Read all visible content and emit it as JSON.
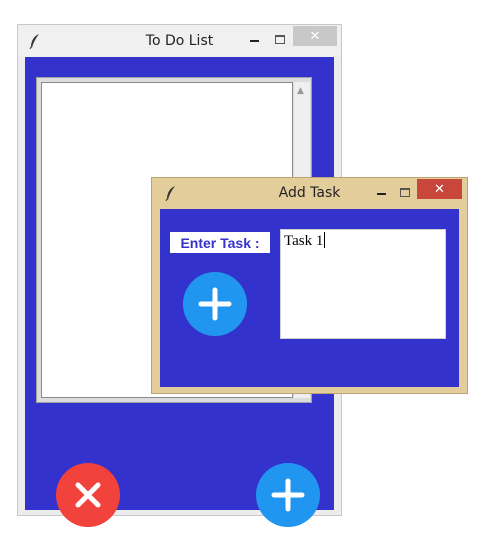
{
  "main_window": {
    "title": "To Do List",
    "close_glyph": "✕",
    "tasks": []
  },
  "dialog": {
    "title": "Add Task",
    "close_glyph": "✕",
    "label": "Enter Task :",
    "input_value": "Task 1"
  },
  "icons": {
    "app": "feather-icon",
    "delete": "x-icon",
    "add": "plus-icon"
  },
  "colors": {
    "body_bg": "#3432cc",
    "delete": "#f2423c",
    "add": "#2196f0",
    "dialog_frame": "#e3cd9b",
    "dialog_close": "#c9463d"
  }
}
